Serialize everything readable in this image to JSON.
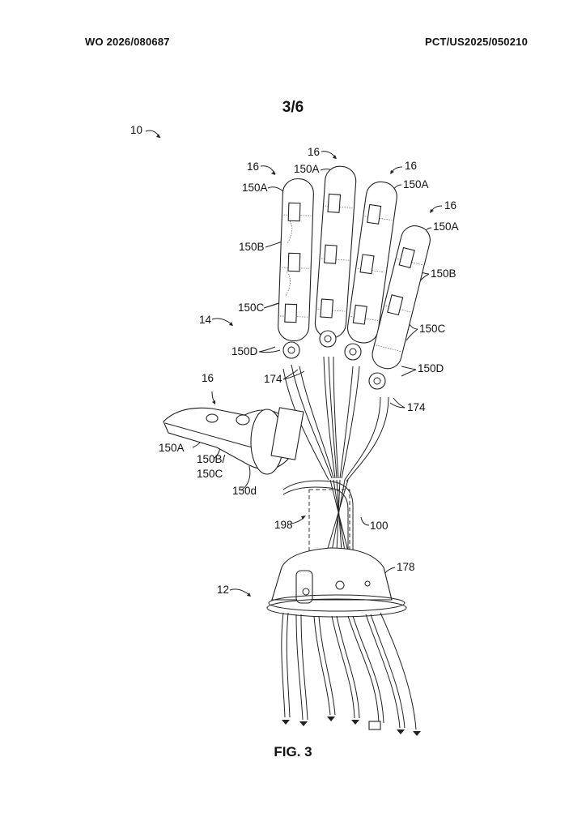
{
  "header": {
    "publication_number": "WO 2026/080687",
    "application_number": "PCT/US2025/050210"
  },
  "sheet": "3/6",
  "figure_caption": "FIG. 3",
  "labels": {
    "device": "10",
    "base": "12",
    "hand": "14",
    "finger": "16",
    "distal": "150A",
    "middle": "150B",
    "proximal": "150C",
    "knuckle": "150D",
    "thumb_middle_line1": "150B/",
    "thumb_middle_line2": "150C",
    "thumb_knuckle": "150d",
    "cables": "174",
    "housing": "178",
    "twist": "198",
    "bundle": "100"
  }
}
